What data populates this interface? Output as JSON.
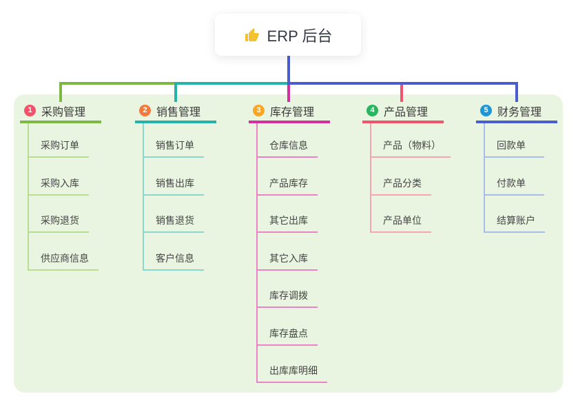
{
  "root": {
    "title": "ERP 后台",
    "icon": "thumbs-up-icon",
    "icon_color": "#f2c230"
  },
  "theme": {
    "canvas_bg": "#ffffff",
    "panel_bg": "#e9f5e0",
    "trunk_color": "#4a5ccf",
    "root_text_color": "#333a45"
  },
  "branches": [
    {
      "badge": "1",
      "label": "采购管理",
      "badge_color": "#f4526a",
      "line_color": "#7cb843",
      "light_line_color": "#b9dc92",
      "children": [
        "采购订单",
        "采购入库",
        "采购退货",
        "供应商信息"
      ]
    },
    {
      "badge": "2",
      "label": "销售管理",
      "badge_color": "#f5793b",
      "line_color": "#23b3a8",
      "light_line_color": "#8ad7d0",
      "children": [
        "销售订单",
        "销售出库",
        "销售退货",
        "客户信息"
      ]
    },
    {
      "badge": "3",
      "label": "库存管理",
      "badge_color": "#f7a626",
      "line_color": "#d3309d",
      "light_line_color": "#ea83c6",
      "children": [
        "仓库信息",
        "产品库存",
        "其它出库",
        "其它入库",
        "库存调拨",
        "库存盘点",
        "出库库明细"
      ]
    },
    {
      "badge": "4",
      "label": "产品管理",
      "badge_color": "#27b560",
      "line_color": "#f4516c",
      "light_line_color": "#f9a3b1",
      "children": [
        "产品（物料）",
        "产品分类",
        "产品单位"
      ]
    },
    {
      "badge": "5",
      "label": "财务管理",
      "badge_color": "#1f97d4",
      "line_color": "#4a5ccf",
      "light_line_color": "#a9bbe9",
      "children": [
        "回款单",
        "付款单",
        "结算账户"
      ]
    }
  ]
}
